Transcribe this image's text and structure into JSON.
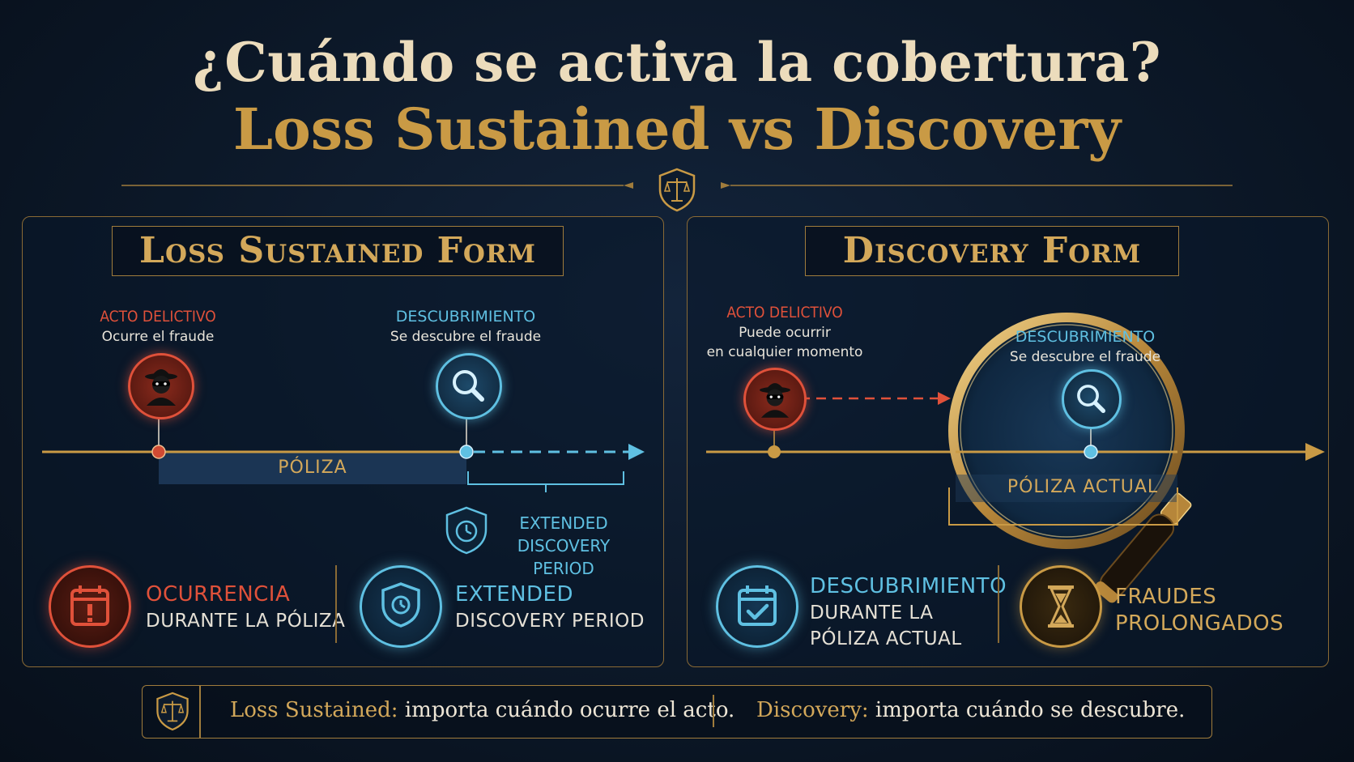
{
  "title": {
    "line1": "¿Cuándo se activa la cobertura?",
    "line2": "Loss Sustained vs Discovery"
  },
  "icons": {
    "header": "scales-shield-icon",
    "footer": "scales-shield-icon"
  },
  "colors": {
    "gold": "#c99a45",
    "red": "#e0513a",
    "blue": "#5fc0e2",
    "background": "#0c1828"
  },
  "loss_sustained": {
    "heading": "Loss Sustained Form",
    "act_label": "ACTO DELICTIVO",
    "act_sub": "Ocurre el fraude",
    "discovery_label": "DESCUBRIMIENTO",
    "discovery_sub": "Se descubre el fraude",
    "policy_label": "PÓLIZA",
    "extended_line1": "EXTENDED",
    "extended_line2": "DISCOVERY PERIOD",
    "feature1_title": "OCURRENCIA",
    "feature1_sub": "DURANTE LA PÓLIZA",
    "feature2_title": "EXTENDED",
    "feature2_sub": "DISCOVERY PERIOD"
  },
  "discovery": {
    "heading": "Discovery Form",
    "act_label": "ACTO DELICTIVO",
    "act_sub_line1": "Puede ocurrir",
    "act_sub_line2": "en cualquier momento",
    "discovery_label": "DESCUBRIMIENTO",
    "discovery_sub": "Se descubre el fraude",
    "policy_label": "PÓLIZA ACTUAL",
    "feature1_title": "DESCUBRIMIENTO",
    "feature1_sub_line1": "DURANTE LA",
    "feature1_sub_line2": "PÓLIZA ACTUAL",
    "feature2_title_line1": "FRAUDES",
    "feature2_title_line2": "PROLONGADOS"
  },
  "footer": {
    "left_bold": "Loss Sustained:",
    "left_text": " importa cuándo ocurre el acto.",
    "right_bold": "Discovery:",
    "right_text": " importa cuándo se descubre."
  }
}
